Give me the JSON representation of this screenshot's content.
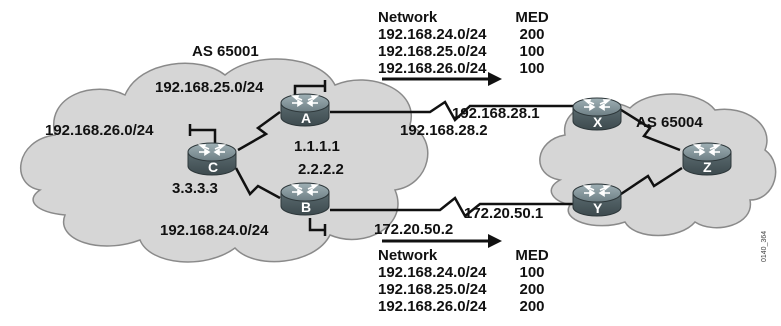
{
  "as_labels": {
    "left": "AS 65001",
    "right": "AS 65004"
  },
  "routers": {
    "A": {
      "name": "A",
      "router_id": "1.1.1.1"
    },
    "B": {
      "name": "B",
      "router_id": "2.2.2.2"
    },
    "C": {
      "name": "C",
      "router_id": "3.3.3.3"
    },
    "X": {
      "name": "X"
    },
    "Y": {
      "name": "Y"
    },
    "Z": {
      "name": "Z"
    }
  },
  "lan_labels": {
    "a_lan": "192.168.25.0/24",
    "c_lan": "192.168.26.0/24",
    "b_lan": "192.168.24.0/24"
  },
  "link_labels": {
    "x_side": "192.168.28.1",
    "a_side": "192.168.28.2",
    "y_side": "172.20.50.1",
    "b_side": "172.20.50.2"
  },
  "top_table": {
    "header": [
      "Network",
      "MED"
    ],
    "rows": [
      [
        "192.168.24.0/24",
        "200"
      ],
      [
        "192.168.25.0/24",
        "100"
      ],
      [
        "192.168.26.0/24",
        "100"
      ]
    ]
  },
  "bottom_table": {
    "header": [
      "Network",
      "MED"
    ],
    "rows": [
      [
        "192.168.24.0/24",
        "100"
      ],
      [
        "192.168.25.0/24",
        "200"
      ],
      [
        "192.168.26.0/24",
        "200"
      ]
    ]
  },
  "figure_code": "0140_364",
  "colors": {
    "cloud": "#d6d6d6",
    "cloud_edge": "#8a8a8a",
    "router_body": "#5f6f74",
    "router_top": "#8a999e",
    "line": "#111111"
  }
}
